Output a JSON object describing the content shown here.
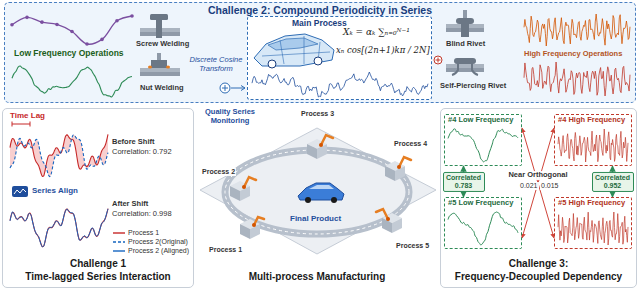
{
  "diagram": {
    "nodes": [
      {
        "text": [
          "Challenge 2: Compound Periodicity in Series"
        ]
      },
      {
        "text": [
          "Main Process"
        ],
        "in": 0
      },
      {
        "text": [
          "Challenge 1",
          "Time-lagged Series Interaction"
        ]
      },
      {
        "text": [
          "Challenge 3:",
          "Frequency-Decoupled Dependency"
        ]
      },
      {
        "text": [
          "#4 Low Frequency"
        ],
        "in": 3
      },
      {
        "text": [
          "#4 High Frequency"
        ],
        "in": 3
      },
      {
        "text": [
          "#5 Low Frequency"
        ],
        "in": 3
      },
      {
        "text": [
          "#5 High Frequency"
        ],
        "in": 3
      }
    ],
    "edges": [
      {
        "from": 4,
        "to": 6,
        "arrow": "both",
        "label": "Correlated 0.783"
      },
      {
        "from": 5,
        "to": 7,
        "arrow": "both",
        "label": "Correlated 0.952"
      },
      {
        "from": 4,
        "to": 7,
        "arrow": "both"
      },
      {
        "from": 5,
        "to": 6,
        "arrow": "both"
      }
    ],
    "labels": [
      "Low Frequency Operations",
      "Screw Welding",
      "Nut Welding",
      "Discrete Cosine Transform",
      "Xₖ = αₖ ∑ₙ₌₀ᴺ⁻¹",
      "xₙ cos[(2n+1)kπ / 2N]",
      "Blind Rivet",
      "Self-Piercing Rivet",
      "High Frequency Operations",
      "Quality Series Monitoring",
      "Process 1",
      "Process 2",
      "Process 3",
      "Process 4",
      "Process 5",
      "Final Product",
      "Multi-process Manufacturing",
      "Time Lag",
      "Before Shift",
      "Correlation: 0.792",
      "Series Align",
      "After Shift",
      "Correlation: 0.998",
      "Near Orthogonal",
      "0.021",
      "0.015"
    ],
    "legend": [
      {
        "text": "Process 1"
      },
      {
        "text": "Process 2(Original)"
      },
      {
        "text": "Process 2 (Aligned)"
      }
    ]
  }
}
